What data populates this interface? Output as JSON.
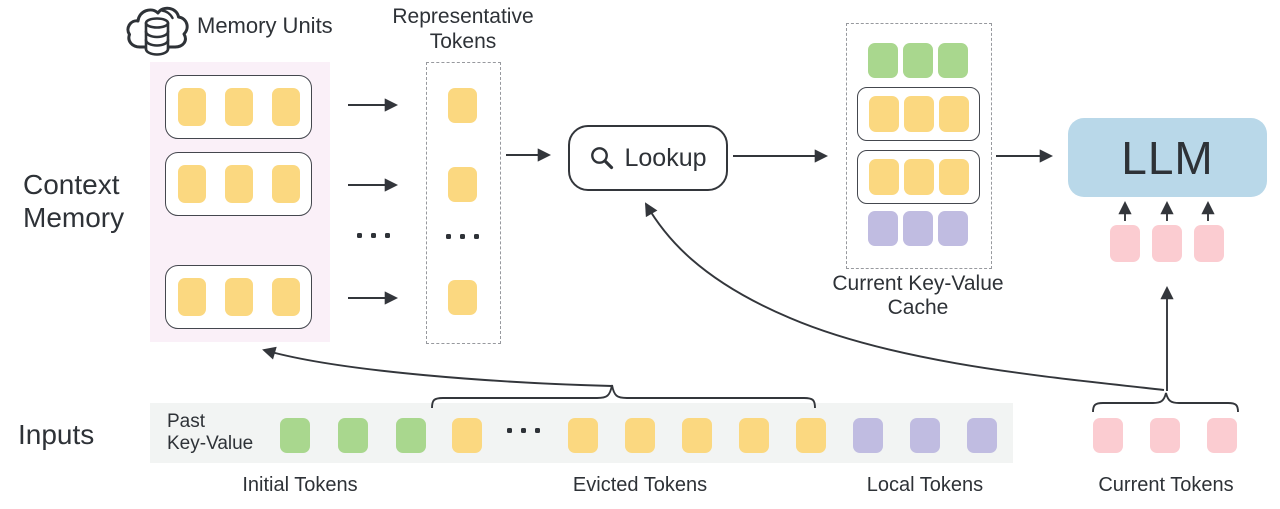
{
  "labels": {
    "memory_units": "Memory Units",
    "representative_line1": "Representative",
    "representative_line2": "Tokens",
    "context_memory_line1": "Context",
    "context_memory_line2": "Memory",
    "lookup": "Lookup",
    "llm": "LLM",
    "cache_line1": "Current Key-Value",
    "cache_line2": "Cache",
    "inputs": "Inputs",
    "past_line1": "Past",
    "past_line2": "Key-Value",
    "initial_tokens": "Initial Tokens",
    "evicted_tokens": "Evicted Tokens",
    "local_tokens": "Local Tokens",
    "current_tokens": "Current Tokens"
  },
  "colors": {
    "yellow": "#FBD880",
    "green": "#A9D78E",
    "purple": "#C0BCE1",
    "pink": "#FBCCD1",
    "blue": "#B9D8E9",
    "memory_bg": "#FAF0F8",
    "strip_bg": "#F2F4F3",
    "line": "#33363B",
    "text": "#2E3237"
  },
  "icons": {
    "cloud": "cloud-database-icon",
    "search": "search-icon"
  },
  "token_groups": {
    "memory_row": {
      "count": 3,
      "color": "yellow"
    },
    "single_yellow": {
      "count": 1,
      "color": "yellow"
    },
    "cache_green": {
      "count": 3,
      "color": "green"
    },
    "cache_yellow": {
      "count": 3,
      "color": "yellow"
    },
    "cache_purple": {
      "count": 3,
      "color": "purple"
    },
    "llm_inputs": {
      "count": 3,
      "color": "pink"
    },
    "strip_initial": {
      "count": 3,
      "color": "green"
    },
    "strip_pre_evicted": {
      "count": 1,
      "color": "yellow"
    },
    "strip_evicted": {
      "count": 5,
      "color": "yellow"
    },
    "strip_local": {
      "count": 3,
      "color": "purple"
    },
    "current_tokens": {
      "count": 3,
      "color": "pink"
    }
  }
}
